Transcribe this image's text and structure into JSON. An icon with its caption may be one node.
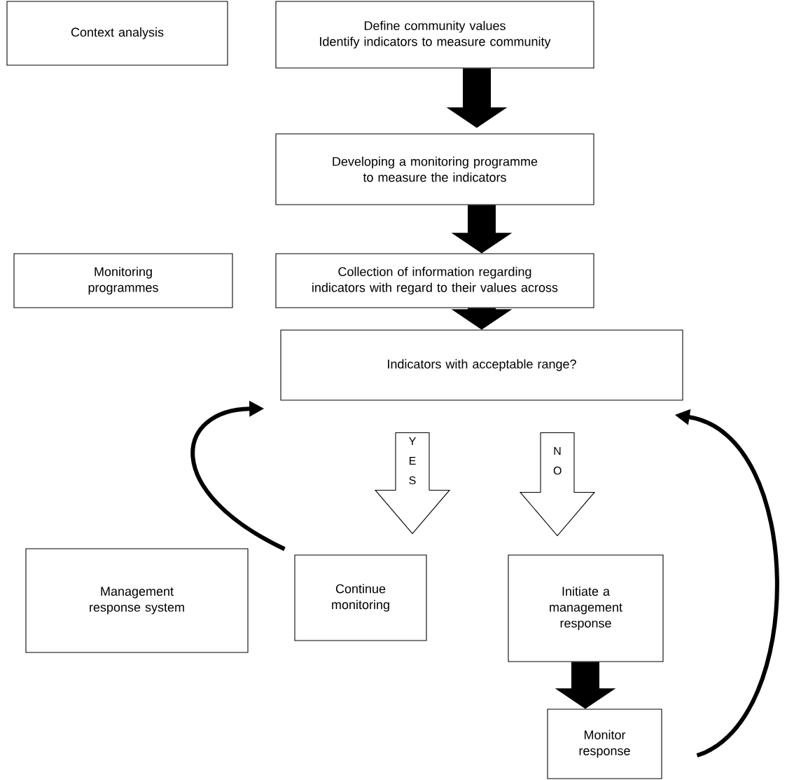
{
  "diagram": {
    "nodes": [
      {
        "text": [
          "Context analysis"
        ]
      },
      {
        "text": [
          "Define community values",
          "Identify indicators to measure community"
        ]
      },
      {
        "text": [
          "Developing a monitoring programme to measure the indicators"
        ]
      },
      {
        "text": [
          "Monitoring programmes"
        ]
      },
      {
        "text": [
          "Collection of information regarding indicators with regard to their values across"
        ]
      },
      {
        "text": [
          "Indicators with acceptable range?"
        ]
      },
      {
        "text": [
          "Continue monitoring"
        ]
      },
      {
        "text": [
          "Management response system"
        ]
      },
      {
        "text": [
          "Initiate a management response"
        ]
      },
      {
        "text": [
          "Monitor response"
        ]
      }
    ],
    "edges": [
      {
        "from": 1,
        "to": 2,
        "arrow": "to"
      },
      {
        "from": 2,
        "to": 4,
        "arrow": "to"
      },
      {
        "from": 4,
        "to": 5,
        "arrow": "to"
      },
      {
        "from": 5,
        "to": 6,
        "arrow": "to",
        "label": "Y E S"
      },
      {
        "from": 5,
        "to": 8,
        "arrow": "to",
        "label": "N O"
      },
      {
        "from": 8,
        "to": 9,
        "arrow": "to"
      },
      {
        "from": 6,
        "to": 5,
        "arrow": "to"
      },
      {
        "from": 9,
        "to": 5,
        "arrow": "to"
      }
    ]
  }
}
